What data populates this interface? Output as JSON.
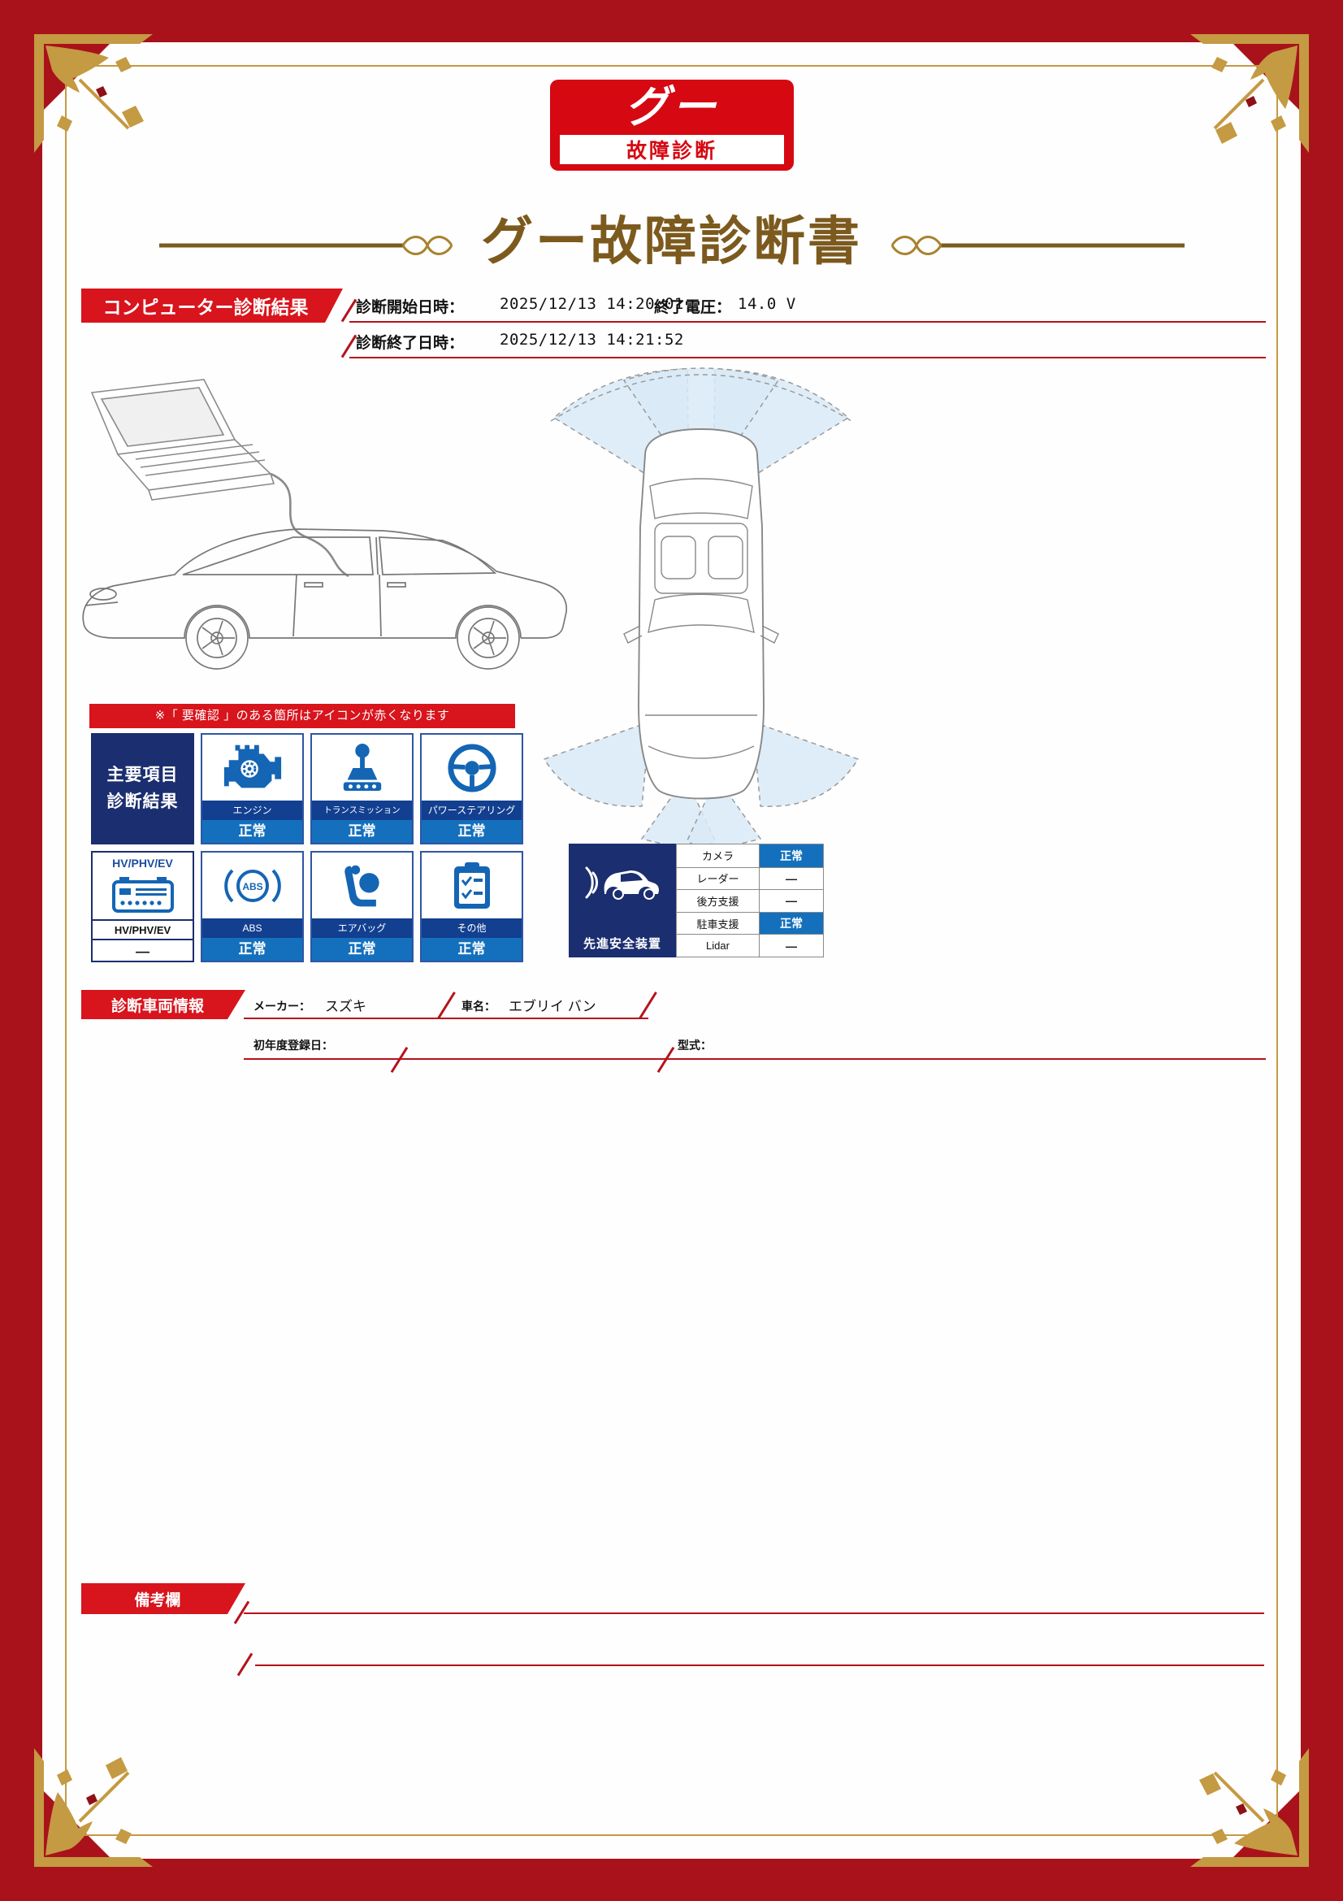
{
  "page": {
    "logo_main": "グー",
    "logo_sub": "故障診断",
    "title": "グー故障診断書"
  },
  "colors": {
    "brand_red": "#d8141d",
    "navy": "#1b2e6f",
    "label_blue": "#123f90",
    "status_blue": "#1470bd",
    "frame_gold": "#c49a42"
  },
  "computer_diagnosis": {
    "section_title": "コンピューター診断結果",
    "start_label": "診断開始日時：",
    "start_value": "2025/12/13 14:20:01",
    "end_voltage_label": "終了電圧：",
    "end_voltage_value": "14.0 V",
    "end_label": "診断終了日時：",
    "end_value": "2025/12/13 14:21:52",
    "notice": "※「 要確認 」のある箇所はアイコンが赤くなります"
  },
  "main_results": {
    "panel_title_line1": "主要項目",
    "panel_title_line2": "診断結果",
    "items": [
      {
        "name": "エンジン",
        "status": "正常"
      },
      {
        "name": "トランスミッション",
        "status": "正常"
      },
      {
        "name": "パワーステアリング",
        "status": "正常"
      },
      {
        "name": "ABS",
        "status": "正常"
      },
      {
        "name": "エアバッグ",
        "status": "正常"
      },
      {
        "name": "その他",
        "status": "正常"
      }
    ],
    "hv_header": "HV/PHV/EV",
    "hv_label": "HV/PHV/EV",
    "hv_status": "—"
  },
  "advanced_safety": {
    "label": "先進安全装置",
    "rows": [
      {
        "name": "カメラ",
        "status": "正常"
      },
      {
        "name": "レーダー",
        "status": "—"
      },
      {
        "name": "後方支援",
        "status": "—"
      },
      {
        "name": "駐車支援",
        "status": "正常"
      },
      {
        "name": "Lidar",
        "status": "—"
      }
    ]
  },
  "vehicle_info": {
    "section_title": "診断車両情報",
    "maker_label": "メーカー：",
    "maker_value": "スズキ",
    "car_name_label": "車名：",
    "car_name_value": "エブリイ バン",
    "first_registration_label": "初年度登録日：",
    "model_label": "型式："
  },
  "remarks": {
    "section_title": "備考欄"
  }
}
